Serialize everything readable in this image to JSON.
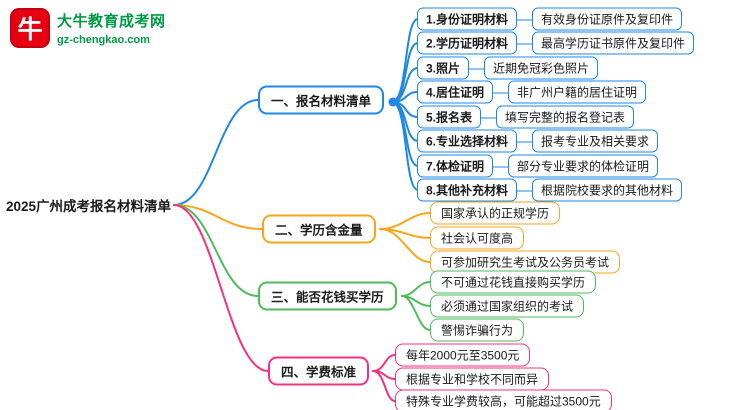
{
  "logo": {
    "title": "大牛教育成考网",
    "domain": "gz-chengkao.com",
    "icon_glyph": "牛"
  },
  "root": {
    "label": "2025广州成考报名材料清单"
  },
  "colors": {
    "branch1_blue": "#1e88e5",
    "branch2_orange": "#f7a61b",
    "branch3_green": "#4cbb5a",
    "branch4_pink": "#f5317f",
    "logo_red": "#e60012",
    "logo_green": "#009944"
  },
  "branches": [
    {
      "label": "一、报名材料清单",
      "items": [
        {
          "label": "1.身份证明材料",
          "desc": "有效身份证原件及复印件"
        },
        {
          "label": "2.学历证明材料",
          "desc": "最高学历证书原件及复印件"
        },
        {
          "label": "3.照片",
          "desc": "近期免冠彩色照片"
        },
        {
          "label": "4.居住证明",
          "desc": "非广州户籍的居住证明"
        },
        {
          "label": "5.报名表",
          "desc": "填写完整的报名登记表"
        },
        {
          "label": "6.专业选择材料",
          "desc": "报考专业及相关要求"
        },
        {
          "label": "7.体检证明",
          "desc": "部分专业要求的体检证明"
        },
        {
          "label": "8.其他补充材料",
          "desc": "根据院校要求的其他材料"
        }
      ]
    },
    {
      "label": "二、学历含金量",
      "items": [
        {
          "label": "国家承认的正规学历"
        },
        {
          "label": "社会认可度高"
        },
        {
          "label": "可参加研究生考试及公务员考试"
        }
      ]
    },
    {
      "label": "三、能否花钱买学历",
      "items": [
        {
          "label": "不可通过花钱直接购买学历"
        },
        {
          "label": "必须通过国家组织的考试"
        },
        {
          "label": "警惕诈骗行为"
        }
      ]
    },
    {
      "label": "四、学费标准",
      "items": [
        {
          "label": "每年2000元至3500元"
        },
        {
          "label": "根据专业和学校不同而异"
        },
        {
          "label": "特殊专业学费较高，可能超过3500元"
        }
      ]
    }
  ]
}
